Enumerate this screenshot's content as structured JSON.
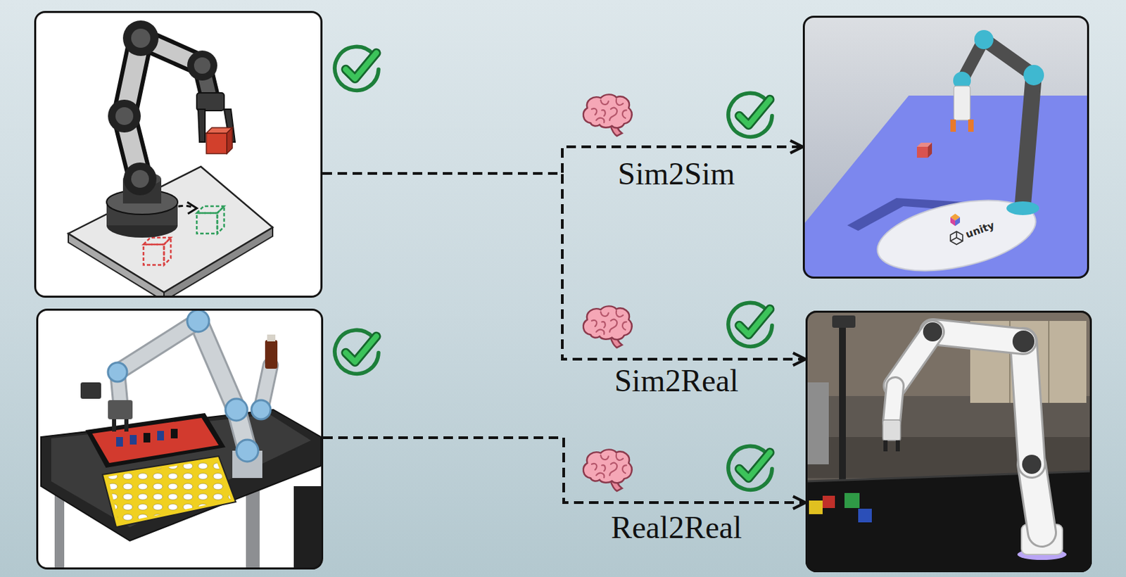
{
  "diagram": {
    "nodes": [
      {
        "text": []
      },
      {
        "text": []
      },
      {
        "text": [
          "unity"
        ]
      },
      {
        "text": []
      }
    ],
    "edges": [
      {
        "from": 0,
        "to": 2,
        "arrow": "to",
        "label": "Sim2Sim"
      },
      {
        "from": 0,
        "to": 3,
        "arrow": "to",
        "label": "Sim2Real"
      },
      {
        "from": 1,
        "to": 3,
        "arrow": "to",
        "label": "Real2Real"
      }
    ]
  }
}
